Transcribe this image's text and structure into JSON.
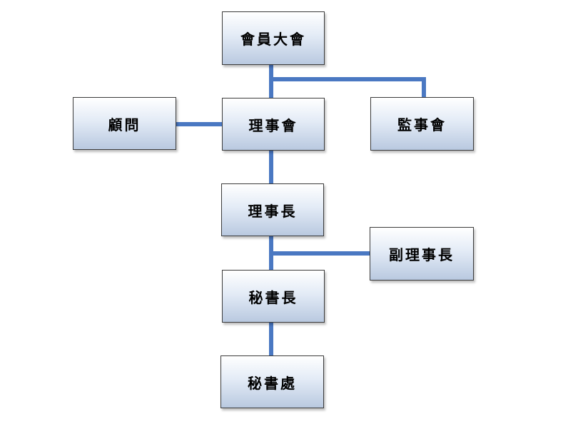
{
  "org_chart": {
    "nodes": {
      "general_assembly": "會員大會",
      "advisors": "顧問",
      "board_of_directors": "理事會",
      "board_of_supervisors": "監事會",
      "chairman": "理事長",
      "vice_chairman": "副理事長",
      "secretary_general": "秘書長",
      "secretariat": "秘書處"
    },
    "connections": [
      [
        "general_assembly",
        "board_of_directors"
      ],
      [
        "general_assembly",
        "board_of_supervisors"
      ],
      [
        "advisors",
        "board_of_directors"
      ],
      [
        "board_of_directors",
        "chairman"
      ],
      [
        "chairman",
        "vice_chairman"
      ],
      [
        "chairman",
        "secretary_general"
      ],
      [
        "secretary_general",
        "secretariat"
      ]
    ],
    "colors": {
      "connector": "#4a78c2",
      "box_border": "#3b3b3b",
      "box_fill_top": "#ffffff",
      "box_fill_bottom": "#b9c9e0"
    }
  }
}
